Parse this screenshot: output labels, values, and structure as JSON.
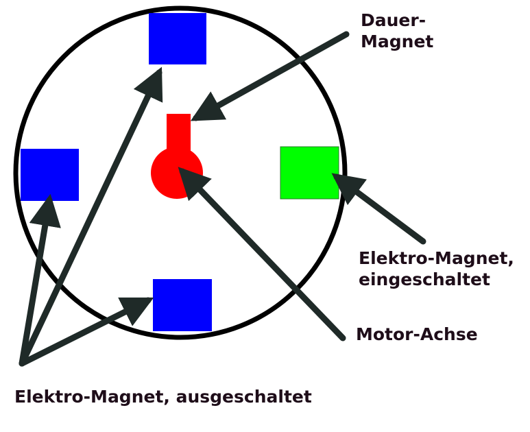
{
  "labels": {
    "permanent_magnet_line1": "Dauer-",
    "permanent_magnet_line2": "Magnet",
    "electromagnet_on_line1": "Elektro-Magnet,",
    "electromagnet_on_line2": "eingeschaltet",
    "motor_axis": "Motor-Achse",
    "electromagnets_off": "Elektro-Magnet, ausgeschaltet"
  },
  "colors": {
    "outline": "#000000",
    "arrow": "#1f2a28",
    "magnet_off": "#0000ff",
    "magnet_on": "#00ff00",
    "permanent_magnet": "#ff0000",
    "label_text": "#1e0d19"
  },
  "icons": {
    "arrowhead": "filled-triangle"
  }
}
